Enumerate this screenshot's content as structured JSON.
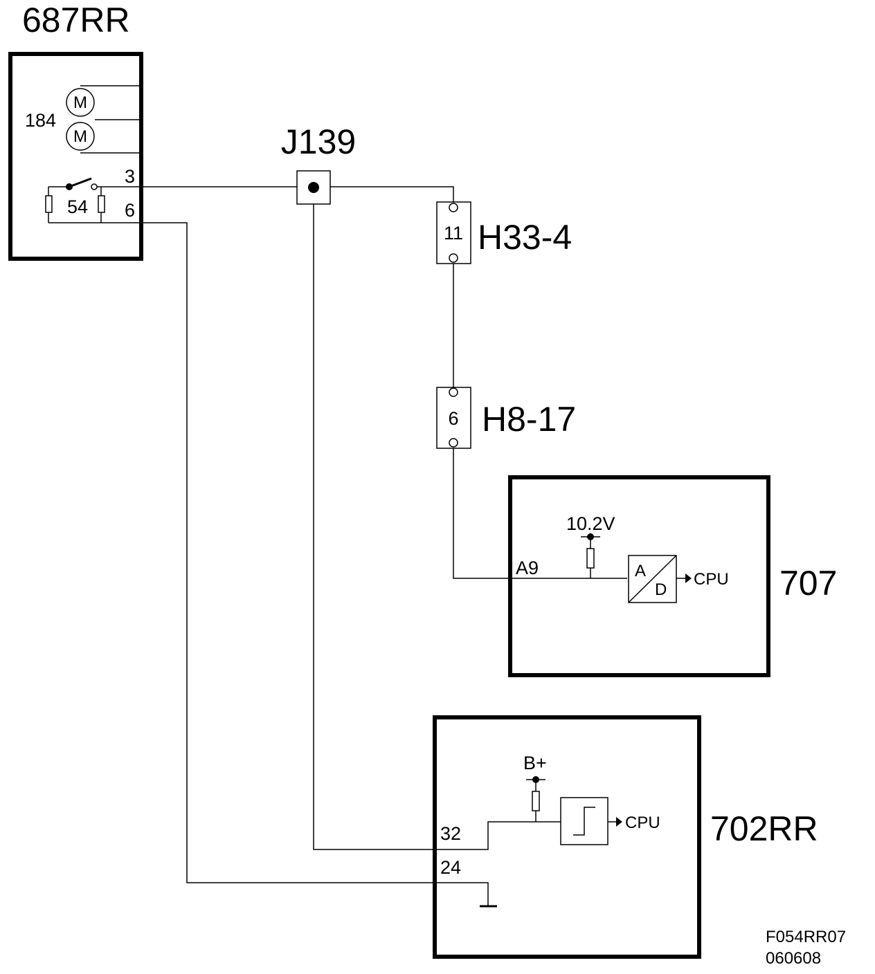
{
  "components": {
    "module_687rr": {
      "label": "687RR",
      "motor_ref": "184",
      "motor_symbol": "M",
      "switch_ref": "54",
      "pin_3": "3",
      "pin_6": "6"
    },
    "junction_j139": {
      "label": "J139"
    },
    "connector_h33": {
      "label": "H33-4",
      "pin": "11"
    },
    "connector_h8": {
      "label": "H8-17",
      "pin": "6"
    },
    "module_707": {
      "label": "707",
      "pin": "A9",
      "supply": "10.2V",
      "adc_a": "A",
      "adc_d": "D",
      "output": "CPU"
    },
    "module_702rr": {
      "label": "702RR",
      "pin_32": "32",
      "pin_24": "24",
      "supply": "B+",
      "output": "CPU"
    }
  },
  "footer": {
    "code": "F054RR07",
    "date": "060608"
  }
}
